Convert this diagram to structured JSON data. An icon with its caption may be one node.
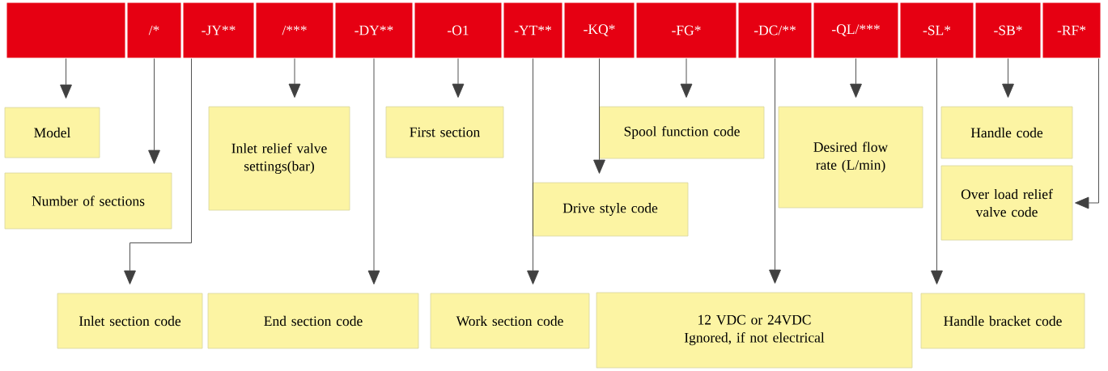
{
  "diagram": {
    "nodes": [
      {
        "text": [],
        "shape": "box"
      },
      {
        "text": [
          "/*"
        ]
      },
      {
        "text": [
          "-JY**"
        ]
      },
      {
        "text": [
          "/***"
        ]
      },
      {
        "text": [
          "-DY**"
        ]
      },
      {
        "text": [
          "-O1"
        ]
      },
      {
        "text": [
          "-YT**"
        ]
      },
      {
        "text": [
          "-KQ*"
        ]
      },
      {
        "text": [
          "-FG*"
        ]
      },
      {
        "text": [
          "-DC/**"
        ]
      },
      {
        "text": [
          "-QL/***"
        ]
      },
      {
        "text": [
          "-SL*"
        ]
      },
      {
        "text": [
          "-SB*"
        ]
      },
      {
        "text": [
          "-RF*"
        ]
      },
      {
        "text": [
          "Model"
        ]
      },
      {
        "text": [
          "Inlet relief valve settings(bar)"
        ]
      },
      {
        "text": [
          "First section"
        ]
      },
      {
        "text": [
          "Spool function code"
        ]
      },
      {
        "text": [
          "Desired flow rate (L/min)"
        ]
      },
      {
        "text": [
          "Handle code"
        ]
      },
      {
        "text": [
          "Number of sections"
        ]
      },
      {
        "text": [
          "Drive style code"
        ]
      },
      {
        "text": [
          "Over load relief valve code"
        ]
      },
      {
        "text": [
          "Inlet section code"
        ]
      },
      {
        "text": [
          "End section code"
        ]
      },
      {
        "text": [
          "Work section code"
        ]
      },
      {
        "text": [
          "12 VDC or 24VDC Ignored, if not electrical"
        ]
      },
      {
        "text": [
          "Handle bracket code"
        ]
      }
    ],
    "edges": [
      {
        "from": 0,
        "to": 14,
        "arrow": "to"
      },
      {
        "from": 1,
        "to": 20,
        "arrow": "to"
      },
      {
        "from": 2,
        "to": 23,
        "arrow": "to"
      },
      {
        "from": 3,
        "to": 15,
        "arrow": "to"
      },
      {
        "from": 4,
        "to": 24,
        "arrow": "to"
      },
      {
        "from": 5,
        "to": 16,
        "arrow": "to"
      },
      {
        "from": 6,
        "to": 25,
        "arrow": "to"
      },
      {
        "from": 7,
        "to": 21,
        "arrow": "to"
      },
      {
        "from": 8,
        "to": 17,
        "arrow": "to"
      },
      {
        "from": 9,
        "to": 26,
        "arrow": "to"
      },
      {
        "from": 10,
        "to": 18,
        "arrow": "to"
      },
      {
        "from": 11,
        "to": 27,
        "arrow": "to"
      },
      {
        "from": 12,
        "to": 19,
        "arrow": "to"
      },
      {
        "from": 13,
        "to": 22,
        "arrow": "to"
      }
    ]
  }
}
